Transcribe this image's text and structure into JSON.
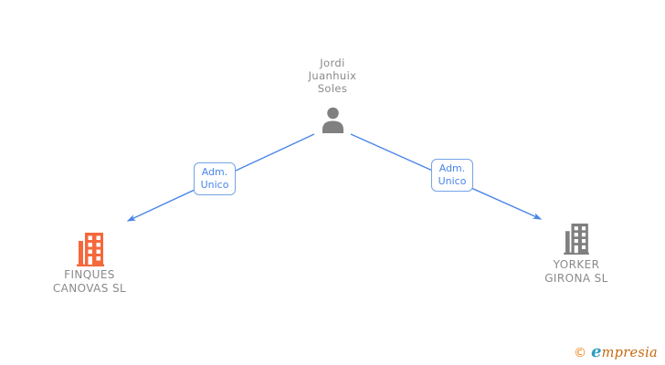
{
  "canvas": {
    "background": "#ffffff"
  },
  "person": {
    "name": "Jordi Juanhuix Soles",
    "icon": "person-icon",
    "icon_color": "#808080"
  },
  "edges": [
    {
      "label": "Adm. Unico",
      "from": "Jordi Juanhuix Soles",
      "to": "FINQUES CANOVAS SL",
      "direction": "person-to-company"
    },
    {
      "label": "Adm. Unico",
      "from": "Jordi Juanhuix Soles",
      "to": "YORKER GIRONA SL",
      "direction": "person-to-company"
    }
  ],
  "companies": [
    {
      "name": "FINQUES CANOVAS SL",
      "icon": "building-icon",
      "icon_color": "#f5683c"
    },
    {
      "name": "YORKER GIRONA SL",
      "icon": "building-icon",
      "icon_color": "#7f7f7f"
    }
  ],
  "footer": {
    "copyright_symbol": "©",
    "brand_initial": "e",
    "brand_rest": "mpresia"
  },
  "colors": {
    "edge_blue": "#4a86e8",
    "label_border_blue": "#74a3e8",
    "label_text_blue": "#4a86e8",
    "text_gray": "#8a8a8a",
    "building_orange": "#f5683c",
    "building_gray": "#7f7f7f",
    "person_gray": "#808080",
    "logo_copyright_orange": "#f08018",
    "logo_initial_teal": "#2e9cbe",
    "logo_text_brown": "#c4690e"
  }
}
